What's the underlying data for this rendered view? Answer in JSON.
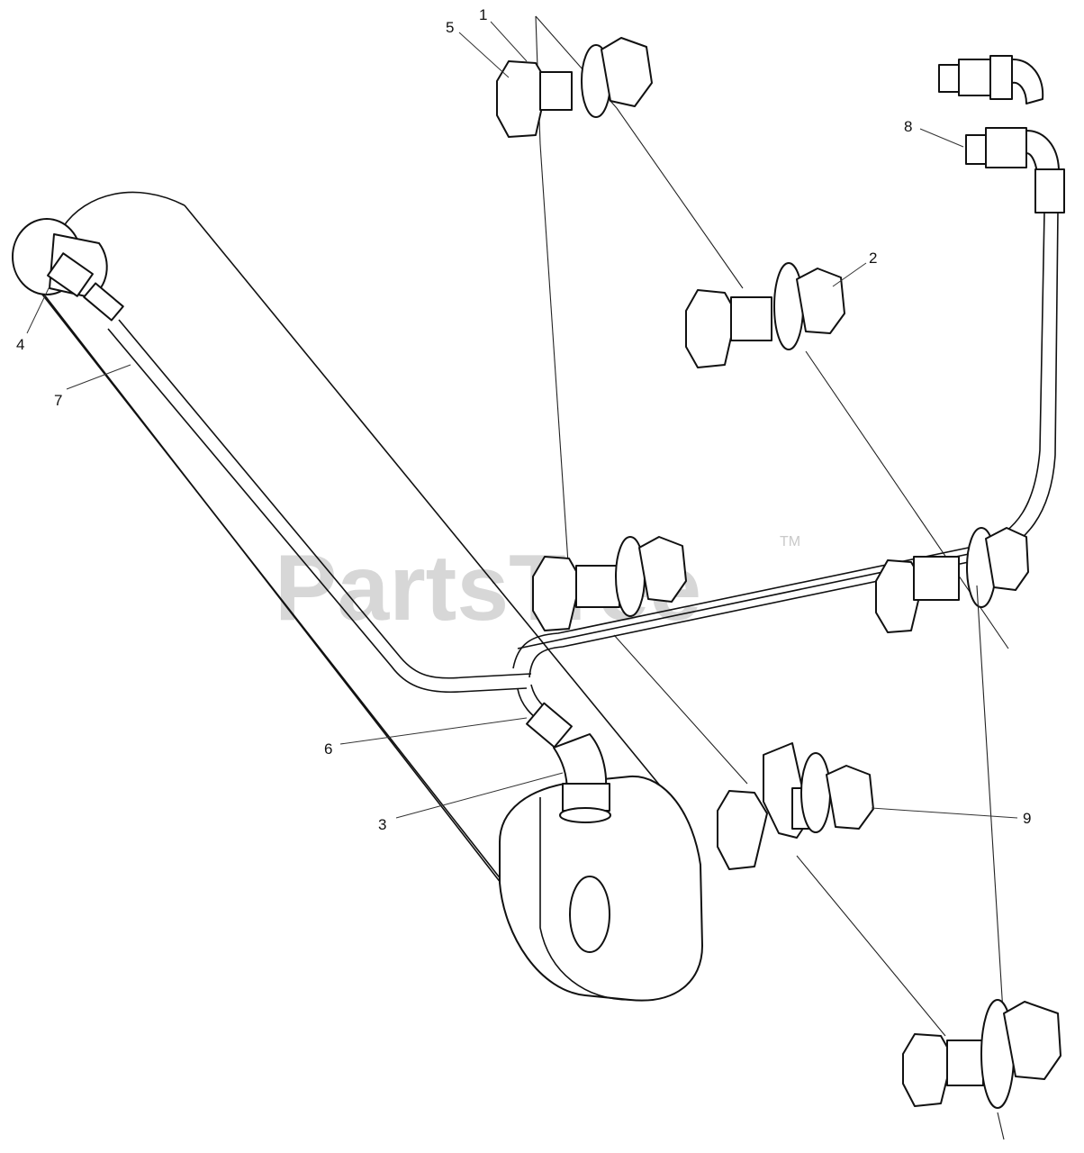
{
  "watermark": {
    "text": "PartsTree",
    "trademark": "TM"
  },
  "callouts": [
    "1",
    "2",
    "3",
    "4",
    "5",
    "6",
    "7",
    "8",
    "9"
  ]
}
